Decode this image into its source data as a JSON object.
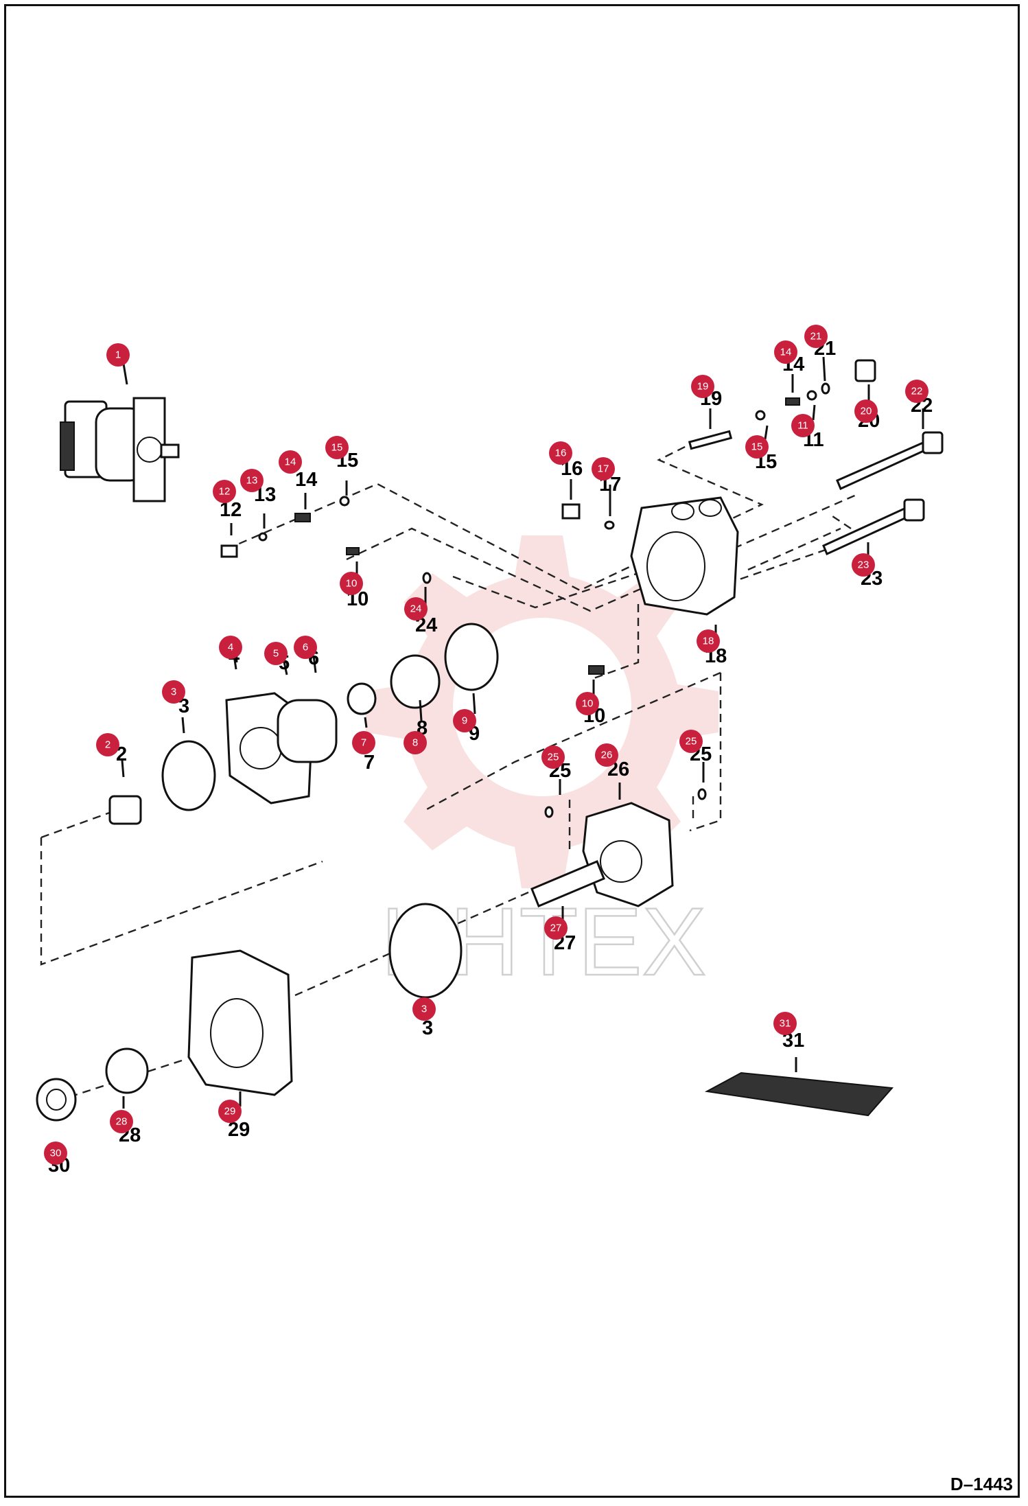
{
  "drawing_code": "D–1443",
  "watermark": "ИНТЕХ",
  "parts": [
    {
      "id": 1,
      "printed": "",
      "badge": "1"
    },
    {
      "id": 2,
      "printed": "2",
      "badge": "2"
    },
    {
      "id": 3,
      "printed": "3",
      "badge": "3"
    },
    {
      "id": 4,
      "printed": "4",
      "badge": "4"
    },
    {
      "id": 5,
      "printed": "5",
      "badge": "5"
    },
    {
      "id": 6,
      "printed": "6",
      "badge": "6"
    },
    {
      "id": 7,
      "printed": "7",
      "badge": "7"
    },
    {
      "id": 8,
      "printed": "8",
      "badge": "8"
    },
    {
      "id": 9,
      "printed": "9",
      "badge": "9"
    },
    {
      "id": 10,
      "printed": "10",
      "badge": "10"
    },
    {
      "id": 11,
      "printed": "11",
      "badge": "11"
    },
    {
      "id": 12,
      "printed": "12",
      "badge": "12"
    },
    {
      "id": 13,
      "printed": "13",
      "badge": "13"
    },
    {
      "id": 14,
      "printed": "14",
      "badge": "14"
    },
    {
      "id": 15,
      "printed": "15",
      "badge": "15"
    },
    {
      "id": 16,
      "printed": "16",
      "badge": "16"
    },
    {
      "id": 17,
      "printed": "17",
      "badge": "17"
    },
    {
      "id": 18,
      "printed": "18",
      "badge": "18"
    },
    {
      "id": 19,
      "printed": "19",
      "badge": "19"
    },
    {
      "id": 20,
      "printed": "20",
      "badge": "20"
    },
    {
      "id": 21,
      "printed": "21",
      "badge": "21"
    },
    {
      "id": 22,
      "printed": "22",
      "badge": "22"
    },
    {
      "id": 23,
      "printed": "23",
      "badge": "23"
    },
    {
      "id": 24,
      "printed": "24",
      "badge": "24"
    },
    {
      "id": 25,
      "printed": "25",
      "badge": "25"
    },
    {
      "id": 26,
      "printed": "26",
      "badge": "26"
    },
    {
      "id": 27,
      "printed": "27",
      "badge": "27"
    },
    {
      "id": 28,
      "printed": "28",
      "badge": "28"
    },
    {
      "id": 29,
      "printed": "29",
      "badge": "29"
    },
    {
      "id": 30,
      "printed": "30",
      "badge": "30"
    },
    {
      "id": 31,
      "printed": "31",
      "badge": "31"
    }
  ]
}
